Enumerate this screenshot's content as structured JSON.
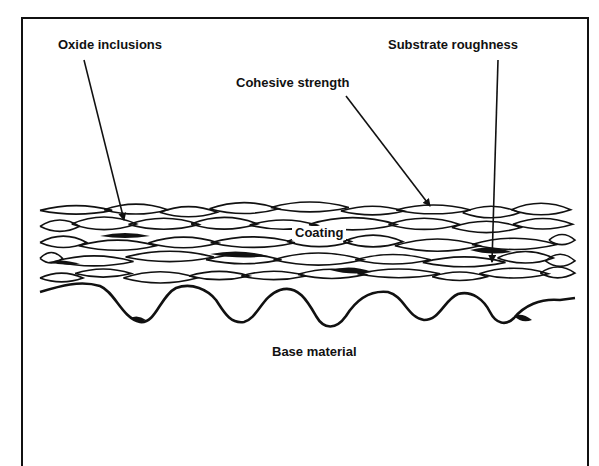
{
  "diagram": {
    "labels": [
      "Oxide inclusions",
      "Substrate roughness",
      "Cohesive strength",
      "Coating",
      "Base material"
    ]
  }
}
